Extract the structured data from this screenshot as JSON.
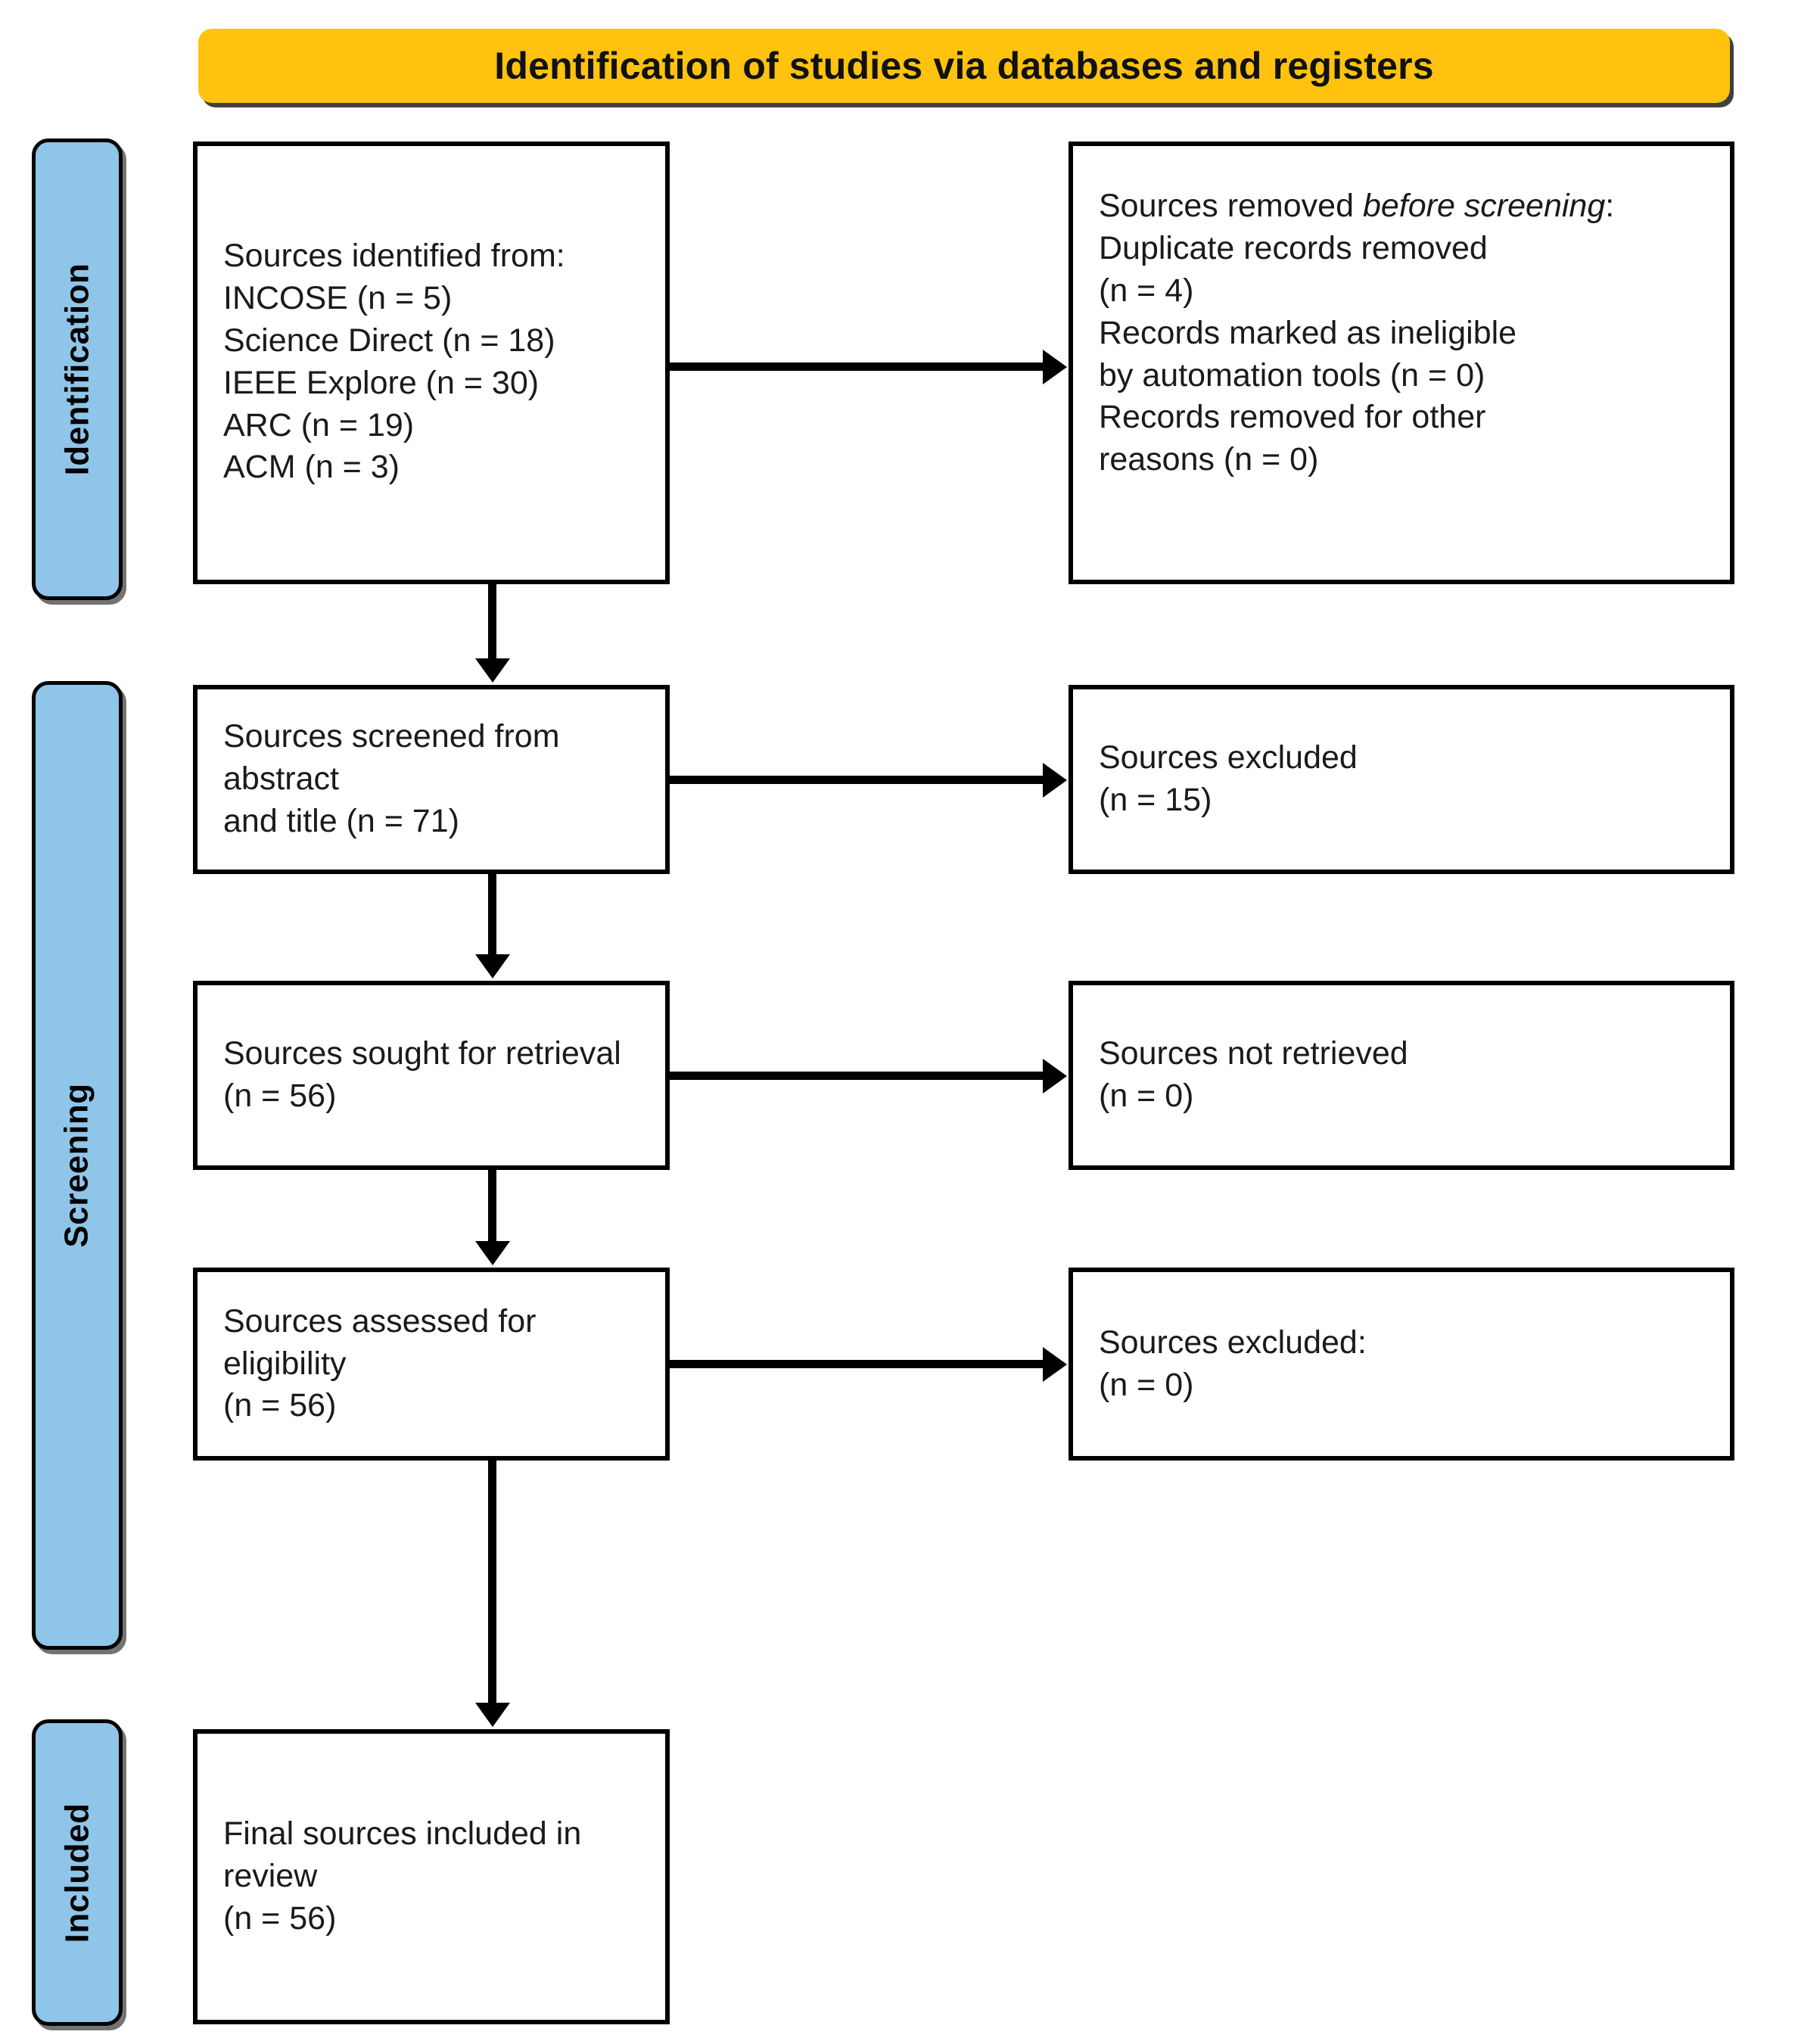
{
  "diagram": {
    "kind": "PRISMA 2020 flow diagram",
    "header": {
      "title": "Identification of studies via databases and registers",
      "accent_color": "#FFC20E"
    },
    "stage_color": "#8FC5E8",
    "border_color": "#000000",
    "stages": [
      {
        "id": "identification",
        "label": "Identification"
      },
      {
        "id": "screening",
        "label": "Screening"
      },
      {
        "id": "included",
        "label": "Included"
      }
    ],
    "boxes": {
      "identified": {
        "text": "Sources identified from:\n    INCOSE (n = 5)\n    Science Direct (n = 18)\n    IEEE Explore (n = 30)\n    ARC (n = 19)\n    ACM (n = 3)"
      },
      "removed": {
        "lead": "Sources removed ",
        "lead_em": "before screening",
        "lead_tail": ":",
        "text": "    Duplicate records removed\n    (n = 4)\n    Records marked as ineligible\n    by automation tools (n = 0)\n    Records removed for other\n    reasons (n = 0)"
      },
      "screened": {
        "text": "Sources screened from abstract\nand title (n = 71)"
      },
      "excluded_1": {
        "text": "Sources excluded\n(n = 15)"
      },
      "sought": {
        "text": "Sources sought for retrieval\n(n = 56)"
      },
      "not_retrieved": {
        "text": "Sources not retrieved\n(n = 0)"
      },
      "assessed": {
        "text": "Sources assessed for eligibility\n(n = 56)"
      },
      "excluded_2": {
        "text": "Sources excluded:\n(n = 0)"
      },
      "final": {
        "text": "Final sources included in review\n(n = 56)"
      }
    },
    "counts": {
      "incose": 5,
      "science_direct": 18,
      "ieee_explore": 30,
      "arc": 19,
      "acm": 3,
      "duplicate_records_removed": 4,
      "ineligible_by_automation": 0,
      "removed_other_reasons": 0,
      "screened": 71,
      "excluded_after_screening": 15,
      "sought_for_retrieval": 56,
      "not_retrieved": 0,
      "assessed_for_eligibility": 56,
      "excluded_after_eligibility": 0,
      "included_in_review": 56
    }
  }
}
